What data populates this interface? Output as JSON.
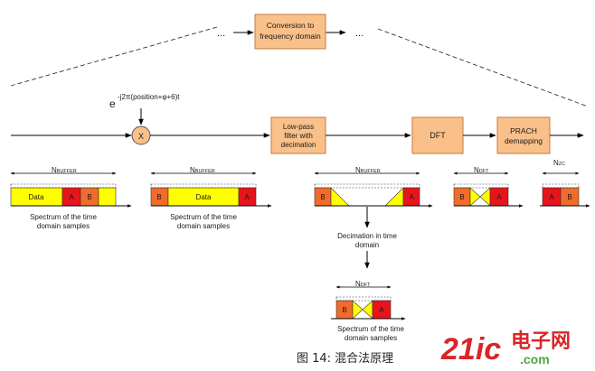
{
  "colors": {
    "box_fill": "#f9c089",
    "box_stroke": "#c87a3c",
    "data_yellow": "#ffff00",
    "block_red": "#e8141b",
    "block_orange": "#f26b2a",
    "watermark_red": "#d9252a",
    "watermark_green": "#4fa742"
  },
  "top_box": {
    "line1": "Conversion to",
    "line2": "frequency domain"
  },
  "ellipsis_left": "...",
  "ellipsis_right": "...",
  "exponent": {
    "base": "e",
    "power": "-j2π(position+φ+6)t"
  },
  "mixer_label": "X",
  "lpf_box": {
    "line1": "Low-pass",
    "line2": "filter with",
    "line3": "decimation"
  },
  "dft_box": {
    "label": "DFT"
  },
  "prach_box": {
    "line1": "PRACH",
    "line2": "demapping"
  },
  "spectra": {
    "s1": {
      "n_main": "N",
      "n_sub": "BUFFER",
      "data": "Data",
      "a": "A",
      "b": "B",
      "cap1": "Spectrum of the time",
      "cap2": "domain samples"
    },
    "s2": {
      "n_main": "N",
      "n_sub": "BUFFER",
      "b": "B",
      "data": "Data",
      "a": "A",
      "cap1": "Spectrum of the time",
      "cap2": "domain samples"
    },
    "s3": {
      "n_main": "N",
      "n_sub": "BUFFER",
      "b": "B",
      "a": "A"
    },
    "s4": {
      "n_main": "N",
      "n_sub": "DFT",
      "b": "B",
      "a": "A"
    },
    "s5": {
      "n_main": "N",
      "n_sub": "ZC",
      "a": "A",
      "b": "B"
    },
    "s6": {
      "n_main": "N",
      "n_sub": "DFT",
      "b": "B",
      "a": "A",
      "cap1": "Spectrum of the time",
      "cap2": "domain samples"
    }
  },
  "decimation_note": {
    "line1": "Decimation in time",
    "line2": "domain"
  },
  "figure_caption": "图  14: 混合法原理",
  "watermark": {
    "part1": "21ic",
    "part2": ".com",
    "cn": "电子网"
  }
}
